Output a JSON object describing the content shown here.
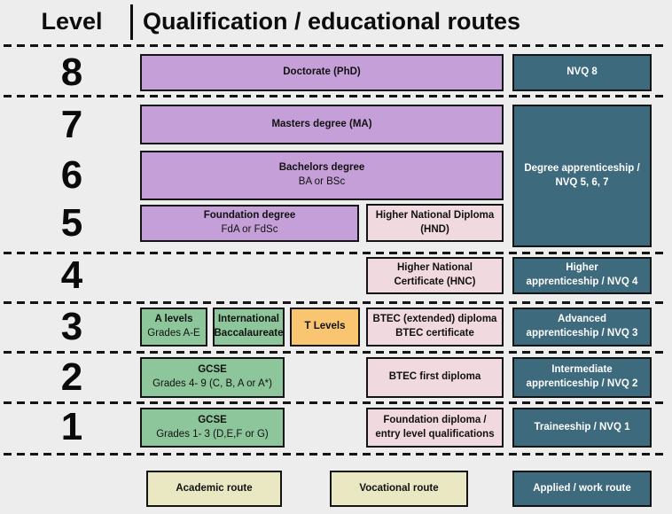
{
  "header": {
    "level_label": "Level",
    "title": "Qualification / educational routes"
  },
  "level_numbers": [
    "8",
    "7",
    "6",
    "5",
    "4",
    "3",
    "2",
    "1"
  ],
  "boxes": {
    "doctorate": {
      "title": "Doctorate (PhD)"
    },
    "nvq8": {
      "title": "NVQ 8"
    },
    "masters": {
      "title": "Masters degree (MA)"
    },
    "degree_apprenticeship": {
      "title": "Degree apprenticeship /\nNVQ 5, 6, 7"
    },
    "bachelors": {
      "title": "Bachelors degree",
      "subtitle": "BA or BSc"
    },
    "foundation_degree": {
      "title": "Foundation degree",
      "subtitle": "FdA or FdSc"
    },
    "hnd": {
      "title": "Higher National Diploma\n(HND)"
    },
    "hnc": {
      "title": "Higher National\nCertificate (HNC)"
    },
    "higher_apprenticeship": {
      "title": "Higher\napprenticeship / NVQ 4"
    },
    "a_levels": {
      "title": "A levels",
      "subtitle": "Grades A-E"
    },
    "international_baccalaureate": {
      "title": "International\nBaccalaureate"
    },
    "t_levels": {
      "title": "T Levels"
    },
    "btec_extended": {
      "title": "BTEC (extended) diploma\nBTEC certificate"
    },
    "advanced_apprenticeship": {
      "title": "Advanced\napprenticeship / NVQ 3"
    },
    "gcse_4_9": {
      "title": "GCSE",
      "subtitle": "Grades 4- 9 (C, B, A or A*)"
    },
    "btec_first": {
      "title": "BTEC first diploma"
    },
    "intermediate_apprenticeship": {
      "title": "Intermediate\napprenticeship / NVQ 2"
    },
    "gcse_1_3": {
      "title": "GCSE",
      "subtitle": "Grades 1- 3 (D,E,F or G)"
    },
    "foundation_diploma": {
      "title": "Foundation diploma /\nentry level qualifications"
    },
    "traineeship": {
      "title": "Traineeship / NVQ 1"
    }
  },
  "legend": [
    {
      "label": "Academic route"
    },
    {
      "label": "Vocational route"
    },
    {
      "label": "Applied / work route"
    }
  ],
  "colors": {
    "background": "#ededed",
    "academic_purple": "#c59fd8",
    "vocational_pink": "#f0d9df",
    "work_teal": "#3d6a7d",
    "school_green": "#8dc69a",
    "t_levels_orange": "#f9c571",
    "legend_cream": "#eae7c3",
    "line_black": "#141414"
  }
}
